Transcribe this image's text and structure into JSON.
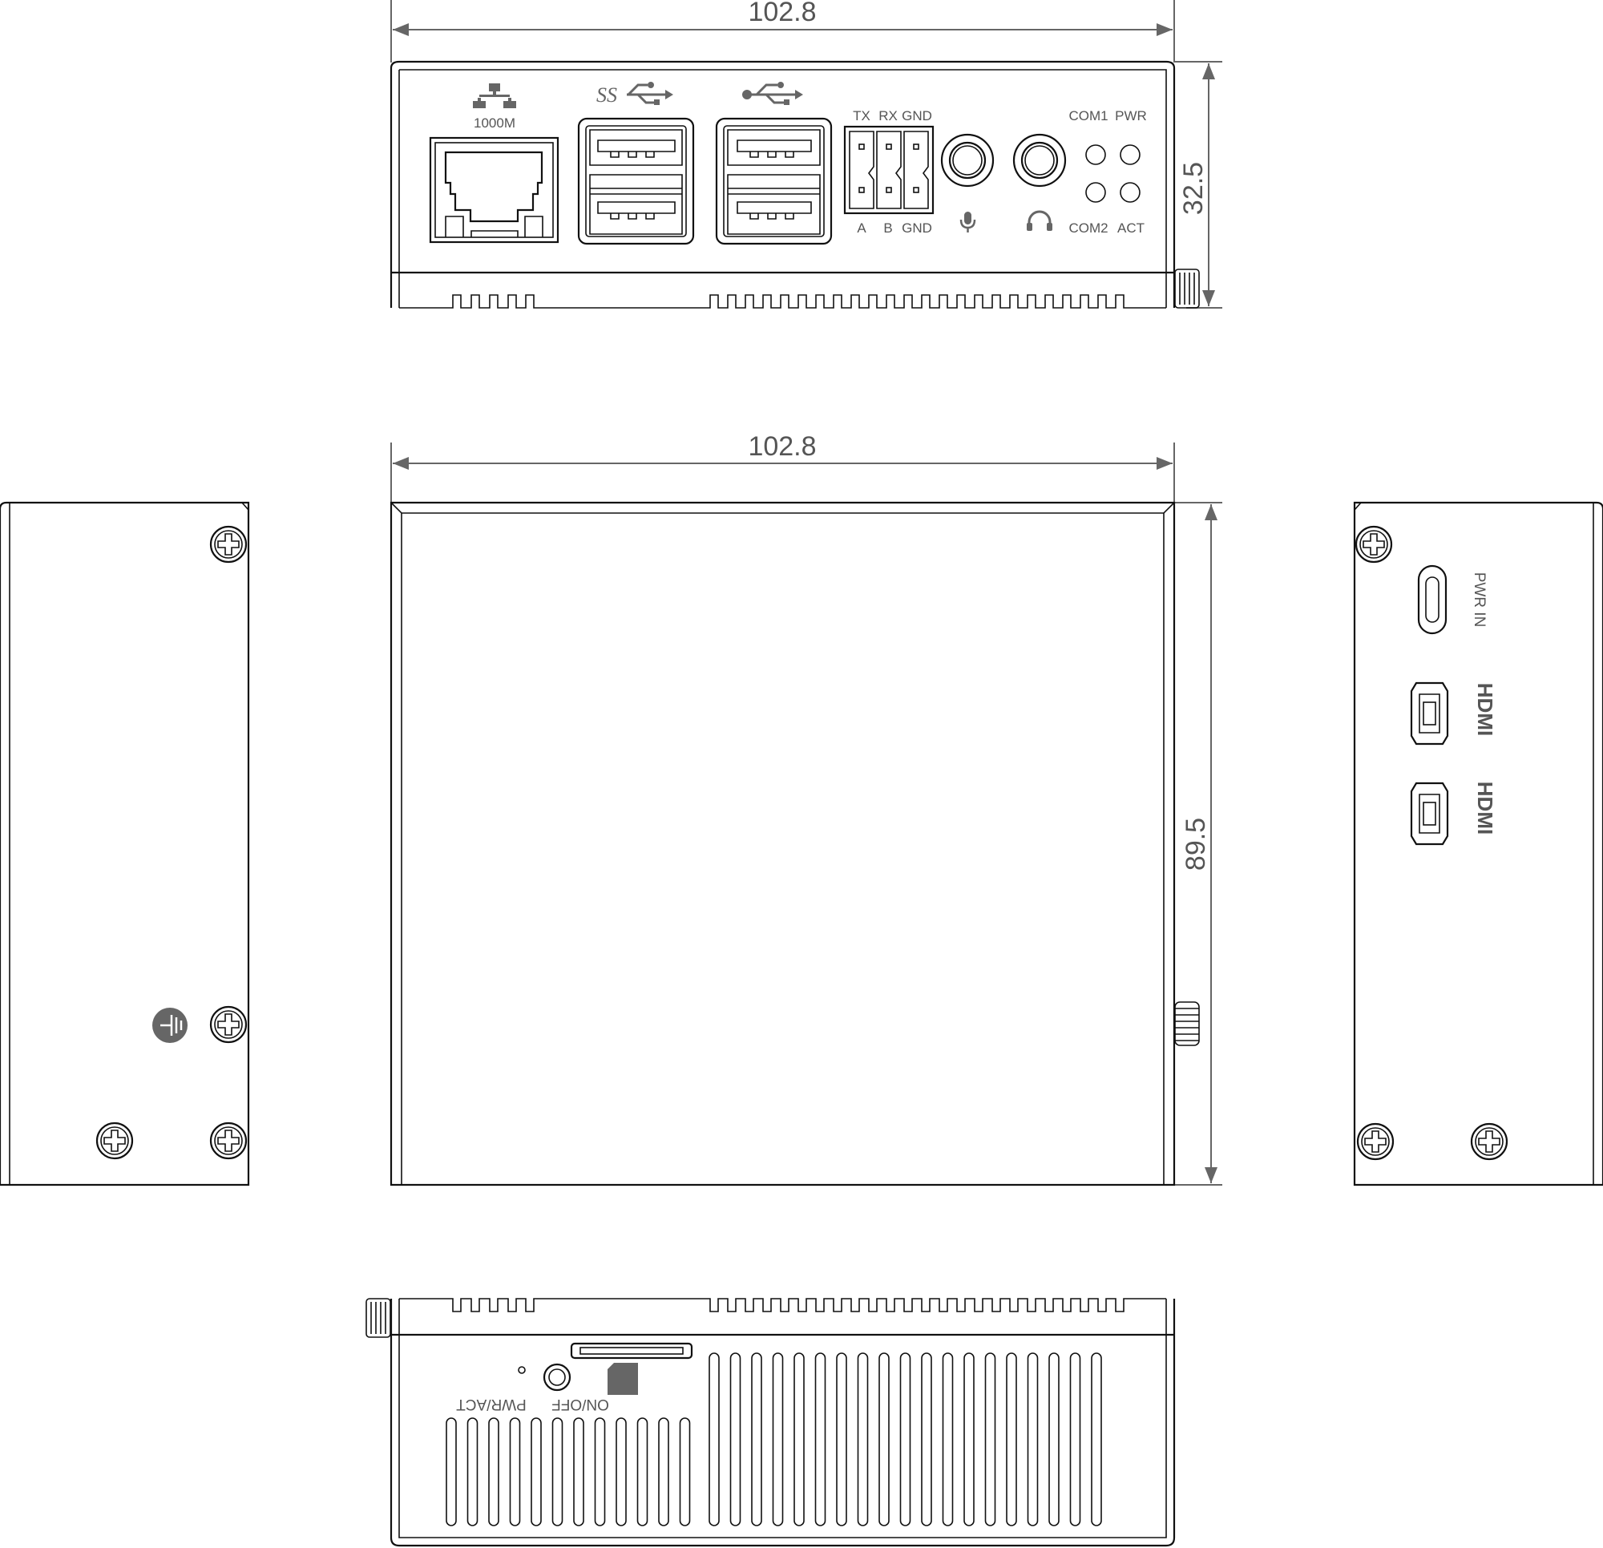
{
  "dimensions": {
    "front_width": "102.8",
    "front_height": "32.5",
    "top_width": "102.8",
    "top_depth": "89.5"
  },
  "front_panel": {
    "ethernet_label": "1000M",
    "usb3_symbol": "SS",
    "terminal_top_labels": [
      "TX",
      "RX",
      "GND"
    ],
    "terminal_bottom_labels": [
      "A",
      "B",
      "GND"
    ],
    "led_top_labels": [
      "COM1",
      "PWR"
    ],
    "led_bottom_labels": [
      "COM2",
      "ACT"
    ]
  },
  "side_panel": {
    "power_label": "PWR IN",
    "hdmi_labels": [
      "HDMI",
      "HDMI"
    ]
  },
  "rear_panel": {
    "power_led_label": "PWR/ACT",
    "switch_label": "ON/OFF"
  },
  "colors": {
    "outline": "#111111",
    "dimension": "#666666",
    "label": "#555555"
  }
}
